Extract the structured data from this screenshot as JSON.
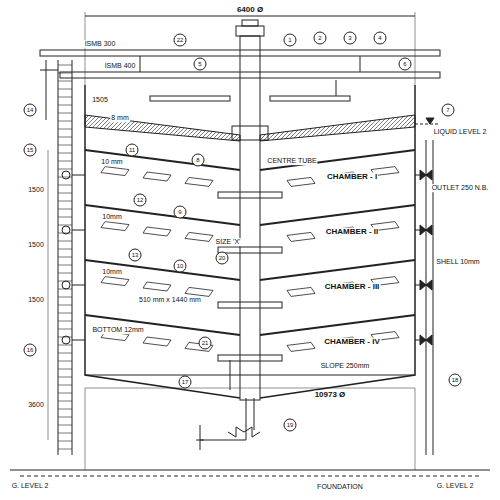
{
  "diagram": {
    "labels": [
      "6400 Ø",
      "ISMB 300",
      "ISMB 400",
      "1505",
      "LIQUID LEVEL 2",
      "CENTRE TUBE",
      "CHAMBER - I",
      "CHAMBER - II",
      "CHAMBER - III",
      "CHAMBER - IV",
      "OUTLET 250 N.B.",
      "SHELL 10mm",
      "SLOPE 250mm",
      "10973 Ø",
      "BOTTOM 12mm",
      "10 mm",
      "10mm",
      "10mm",
      "8 mm",
      "SIZE 'X'",
      "510 mm x 1440 mm",
      "FOUNDATION",
      "G. LEVEL 2",
      "G. LEVEL 2",
      "1500",
      "1500",
      "1500",
      "3600",
      "1",
      "2",
      "3",
      "4",
      "5",
      "6",
      "7",
      "8",
      "9",
      "10",
      "11",
      "12",
      "13",
      "14",
      "15",
      "16",
      "17",
      "18",
      "19",
      "20",
      "21",
      "22"
    ]
  }
}
